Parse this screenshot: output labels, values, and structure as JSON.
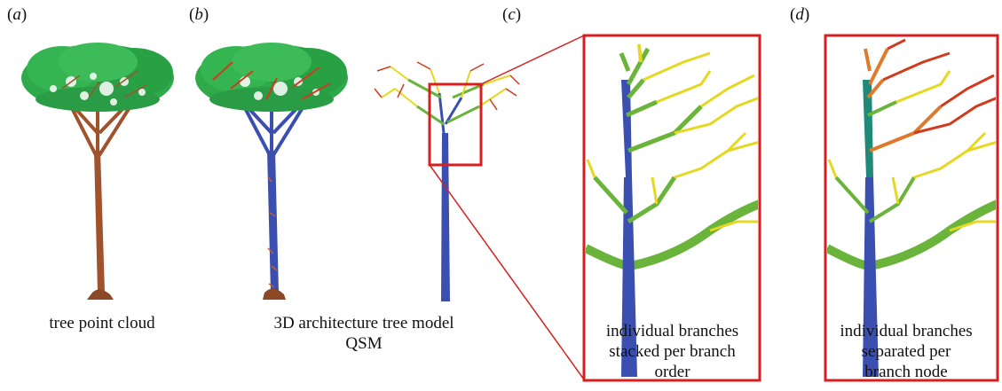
{
  "panels": {
    "a": {
      "open": "(",
      "letter": "a",
      "close": ")"
    },
    "b": {
      "open": "(",
      "letter": "b",
      "close": ")"
    },
    "c": {
      "open": "(",
      "letter": "c",
      "close": ")"
    },
    "d": {
      "open": "(",
      "letter": "d",
      "close": ")"
    }
  },
  "captions": {
    "a": "tree point cloud",
    "b_line1": "3D architecture tree model",
    "b_line2": "QSM",
    "c_line1": "individual branches",
    "c_line2": "stacked per branch",
    "c_line3": "order",
    "d_line1": "individual branches",
    "d_line2": "separated per",
    "d_line3": "branch node"
  },
  "colors": {
    "trunk_brown": "#a0522d",
    "canopy_green": "#2eaa4a",
    "qsm_blue": "#3a4fb0",
    "branch_green": "#6ab43c",
    "branch_yellow": "#e6d820",
    "branch_red": "#d23a1e",
    "branch_orange": "#e07a2a",
    "branch_teal": "#1f8a7a",
    "frame_red": "#d81e1e"
  }
}
